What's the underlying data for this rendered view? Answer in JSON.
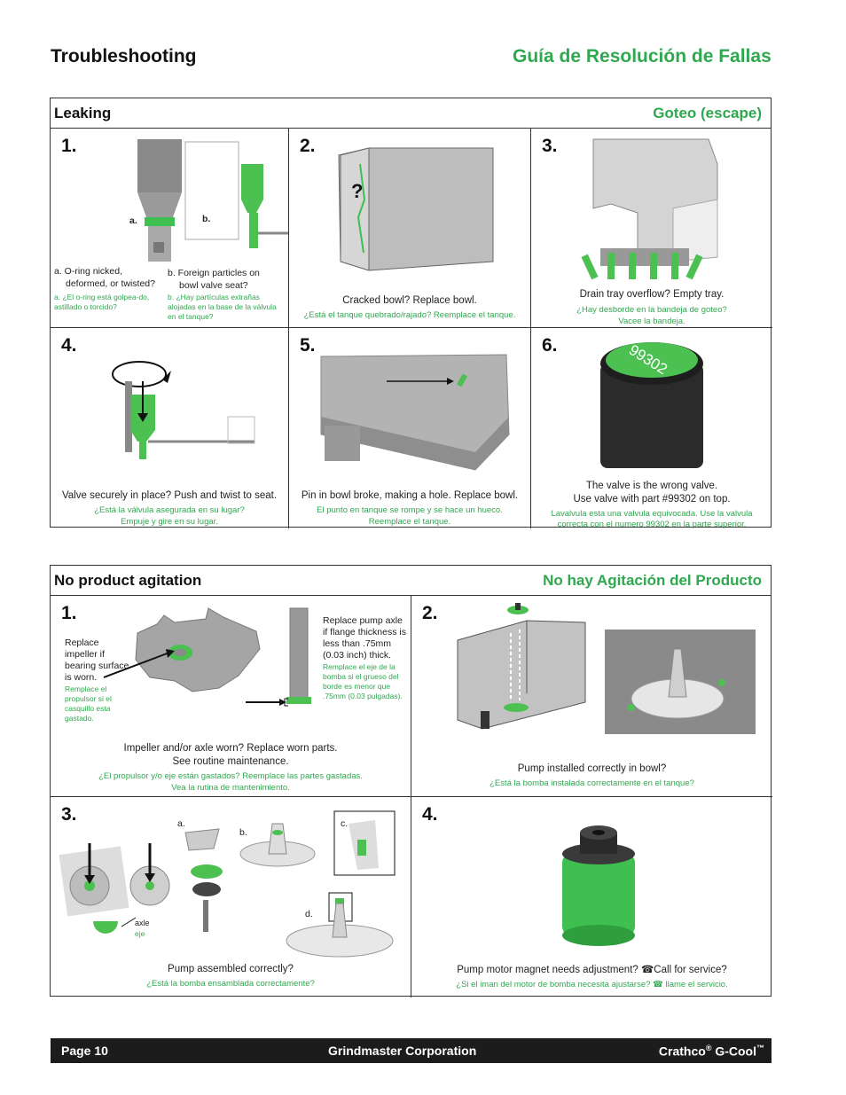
{
  "page": {
    "title_en": "Troubleshooting",
    "title_es": "Guía de Resolución de Fallas"
  },
  "leaking": {
    "header_en": "Leaking",
    "header_es": "Goteo (escape)",
    "cells": [
      {
        "num": "1.",
        "label_a": "a.",
        "label_b": "b.",
        "note_a_en_1": "a. O-ring nicked,",
        "note_a_en_2": "deformed, or twisted?",
        "note_a_es": "a.  ¿El o-ring está golpea-do, astillado o torcido?",
        "note_b_en_1": "b. Foreign particles on",
        "note_b_en_2": "bowl valve seat?",
        "note_b_es": "b.  ¿Hay partículas extrañas alojadas en la base de la válvula en el tanque?"
      },
      {
        "num": "2.",
        "question": "?",
        "caption_en": "Cracked bowl? Replace bowl.",
        "caption_es": "¿Está el tanque quebrado/rajado? Reemplace el tanque."
      },
      {
        "num": "3.",
        "caption_en": "Drain tray overflow? Empty tray.",
        "caption_es_1": "¿Hay desborde en la bandeja de goteo?",
        "caption_es_2": "Vacee la bandeja."
      },
      {
        "num": "4.",
        "caption_en": "Valve securely in place? Push and twist to seat.",
        "caption_es_1": "¿Está la válvula asegurada en su lugar?",
        "caption_es_2": "Empuje y gire en su lugar."
      },
      {
        "num": "5.",
        "caption_en": "Pin in bowl broke, making a hole. Replace bowl.",
        "caption_es_1": "El punto en tanque se rompe y se hace un hueco.",
        "caption_es_2": "Reemplace el tanque."
      },
      {
        "num": "6.",
        "part_number": "99302",
        "caption_en_1": "The valve is the wrong valve.",
        "caption_en_2": "Use valve with part #99302 on top.",
        "caption_es_1": "Lavalvula esta una valvula equivocada. Use la valvula",
        "caption_es_2": "correcta con el numero 99302 en la parte superior."
      }
    ]
  },
  "agitation": {
    "header_en": "No product agitation",
    "header_es": "No hay Agitación del Producto",
    "cells": [
      {
        "num": "1.",
        "impeller_en": "Replace impeller if bearing surface is worn.",
        "impeller_es": "Remplace el propulsor si el casquillo esta gastado.",
        "axle_en": "Replace pump axle if flange thickness is less than .75mm (0.03 inch) thick.",
        "axle_es": "Remplace el eje de la bomba si el grueso del borde es menor que .75mm (0.03 pulgadas).",
        "caption_en_1": "Impeller and/or axle worn? Replace worn parts.",
        "caption_en_2": "See routine maintenance.",
        "caption_es_1": "¿El propulsor y/o eje están gastados? Reemplace las partes gastadas.",
        "caption_es_2": "Vea la rutina de mantenimiento."
      },
      {
        "num": "2.",
        "caption_en": "Pump installed correctly in bowl?",
        "caption_es": "¿Está la bomba instalada correctamente en el tanque?"
      },
      {
        "num": "3.",
        "label_a": "a.",
        "label_b": "b.",
        "label_c": "c.",
        "label_d": "d.",
        "axle_en": "axle",
        "axle_es": "eje",
        "caption_en": "Pump assembled correctly?",
        "caption_es": "¿Está la bomba ensamblada correctamente?"
      },
      {
        "num": "4.",
        "caption_en": "Pump motor magnet needs adjustment?   ☎Call for service?",
        "caption_es": "¿Si el iman del motor de bomba necesita ajustarse?  ☎ llame el servicio."
      }
    ]
  },
  "footer": {
    "page": "Page 10",
    "company": "Grindmaster Corporation",
    "brand": "Crathco",
    "brand_reg": "®",
    "product": " G-Cool",
    "tm": "™"
  },
  "colors": {
    "accent_green": "#2fa84f",
    "part_green": "#4cc152",
    "gray_part": "#9a9a9a",
    "footer_bg": "#1c1c1c"
  }
}
